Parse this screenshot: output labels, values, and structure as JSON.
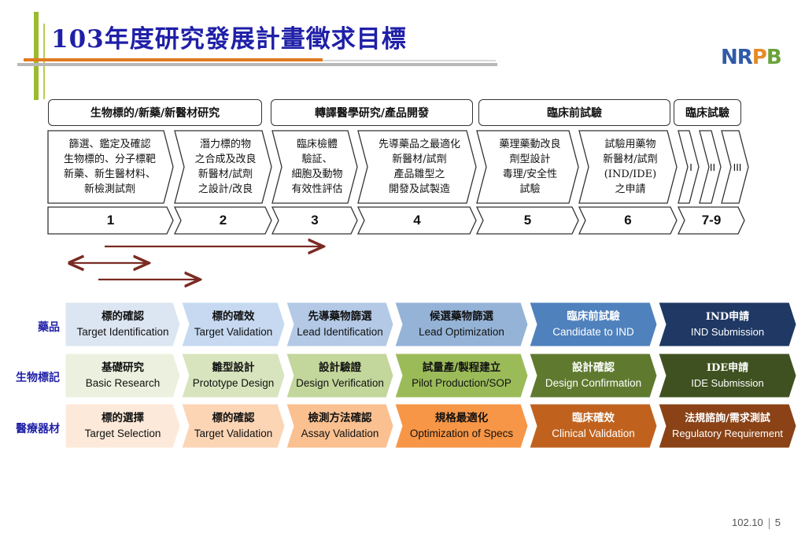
{
  "title": "103年度研究發展計畫徵求目標",
  "logo": {
    "n": "NR",
    "p": "P",
    "b": "B"
  },
  "stages": [
    {
      "label": "生物標的/新藥/新醫材研究"
    },
    {
      "label": "轉譯醫學研究/產品開發"
    },
    {
      "label": "臨床前試驗"
    },
    {
      "label": "臨床試驗"
    }
  ],
  "descriptions": [
    "篩選、鑑定及確認\n生物標的、分子標靶\n新藥、新生醫材料、\n新檢測試劑",
    "潛力標的物\n之合成及改良\n新醫材/試劑\n之設計/改良",
    "臨床檢體\n驗証、\n細胞及動物\n有效性評估",
    "先導藥品之最適化\n新醫材/試劑\n產品雛型之\n開發及試製造",
    "藥理藥動改良\n劑型設計\n毒理/安全性\n試驗",
    "試驗用藥物\n新醫材/試劑\n(IND/IDE)\n之申請",
    "I",
    "II",
    "III"
  ],
  "numbers": [
    "1",
    "2",
    "3",
    "4",
    "5",
    "6",
    "7-9"
  ],
  "rows": [
    {
      "label": "藥品",
      "cells": [
        {
          "zh": "標的確認",
          "en": "Target Identification"
        },
        {
          "zh": "標的確效",
          "en": "Target Validation"
        },
        {
          "zh": "先導藥物篩選",
          "en": "Lead Identification"
        },
        {
          "zh": "候選藥物篩選",
          "en": "Lead Optimization"
        },
        {
          "zh": "臨床前試驗",
          "en": "Candidate to IND"
        },
        {
          "zh": "IND申請",
          "en": "IND Submission"
        }
      ],
      "colors": [
        "#dce6f2",
        "#c6d9f1",
        "#b3c9e6",
        "#95b3d7",
        "#4f81bd",
        "#1f3864"
      ],
      "text_colors": [
        "#111111",
        "#111111",
        "#111111",
        "#111111",
        "#ffffff",
        "#ffffff"
      ]
    },
    {
      "label": "生物標記",
      "cells": [
        {
          "zh": "基礎研究",
          "en": "Basic Research"
        },
        {
          "zh": "雛型設計",
          "en": "Prototype Design"
        },
        {
          "zh": "設計驗證",
          "en": "Design Verification"
        },
        {
          "zh": "試量產/製程建立",
          "en": "Pilot Production/SOP"
        },
        {
          "zh": "設計確認",
          "en": "Design Confirmation"
        },
        {
          "zh": "IDE申請",
          "en": "IDE Submission"
        }
      ],
      "colors": [
        "#ebf1de",
        "#d7e4bd",
        "#c3d69b",
        "#9bbb59",
        "#5f7a2f",
        "#3f5120"
      ],
      "text_colors": [
        "#111111",
        "#111111",
        "#111111",
        "#111111",
        "#ffffff",
        "#ffffff"
      ]
    },
    {
      "label": "醫療器材",
      "cells": [
        {
          "zh": "標的選擇",
          "en": "Target Selection"
        },
        {
          "zh": "標的確認",
          "en": "Target Validation"
        },
        {
          "zh": "檢測方法確認",
          "en": "Assay Validation"
        },
        {
          "zh": "規格最適化",
          "en": "Optimization of Specs"
        },
        {
          "zh": "臨床確效",
          "en": "Clinical Validation"
        },
        {
          "zh": "法規諮詢/需求測試",
          "en": "Regulatory Requirement"
        }
      ],
      "colors": [
        "#fde9d9",
        "#fcd5b5",
        "#fac090",
        "#f79646",
        "#c0621e",
        "#8a4216"
      ],
      "text_colors": [
        "#111111",
        "#111111",
        "#111111",
        "#111111",
        "#ffffff",
        "#ffffff"
      ]
    }
  ],
  "footer": {
    "date": "102.10",
    "page": "5"
  }
}
